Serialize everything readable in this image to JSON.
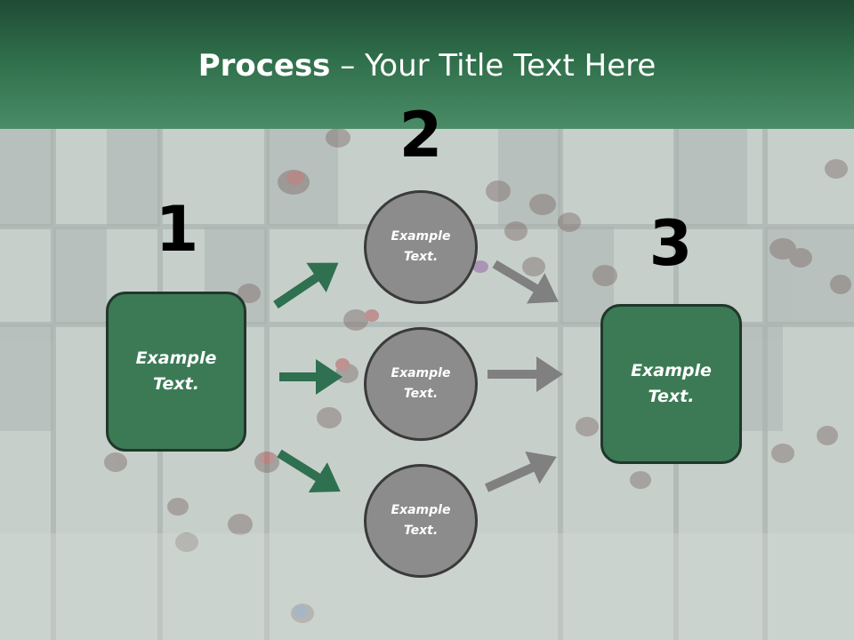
{
  "slide": {
    "title_bold": "Process",
    "title_rest": " – Your Title Text Here",
    "step_numbers": [
      "1",
      "2",
      "3"
    ],
    "left_box": "Example Text.",
    "circles": [
      "Example Text.",
      "Example Text.",
      "Example Text."
    ],
    "right_box": "Example Text."
  },
  "colors": {
    "header_green": "#2f6e4a",
    "box_green": "#3b7a55",
    "green_arrow": "#2e7050",
    "gray_arrow": "#808080",
    "circle_gray": "#8c8c8c"
  }
}
